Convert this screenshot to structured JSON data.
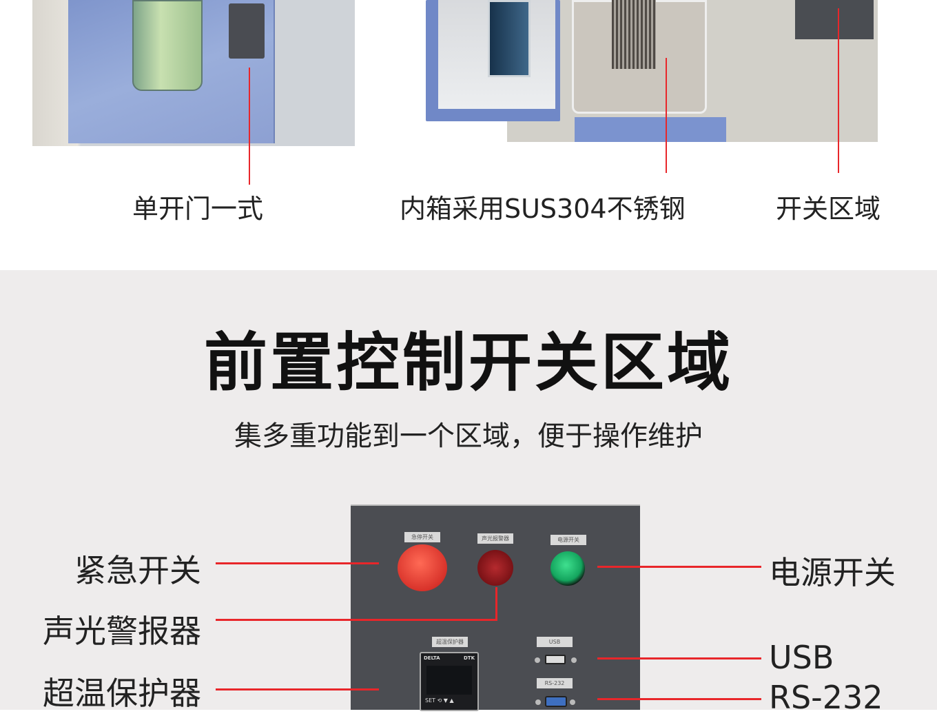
{
  "top_captions": {
    "door": "单开门一式",
    "liner": "内箱采用SUS304不锈钢",
    "switch_area": "开关区域"
  },
  "section": {
    "title": "前置控制开关区域",
    "subtitle": "集多重功能到一个区域，便于操作维护"
  },
  "panel_labels": {
    "estop": "急停开关",
    "buzzer": "声光报警器",
    "power": "电源开关",
    "overtemp": "超温保护器",
    "usb": "USB",
    "rs232": "RS-232",
    "controller_brand": "DELTA",
    "controller_model": "DTK",
    "controller_keys": "SET ⟲ ▼ ▲"
  },
  "callouts": {
    "estop": "紧急开关",
    "buzzer": "声光警报器",
    "overtemp": "超温保护器",
    "power": "电源开关",
    "usb": "USB",
    "rs232": "RS-232"
  },
  "colors": {
    "callout_line": "#e8262a",
    "background": "#eeecec"
  }
}
